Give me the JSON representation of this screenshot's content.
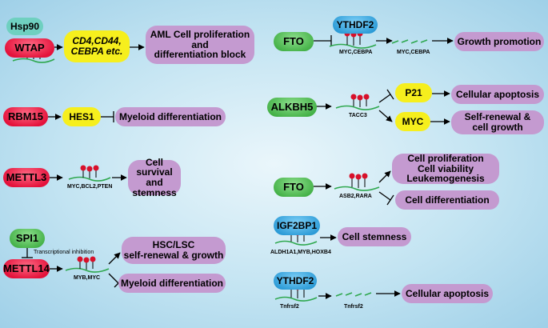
{
  "nodes": {
    "hsp90": "Hsp90",
    "wtap": "WTAP",
    "cd4_line1": "CD4,CD44,",
    "cd4_line2": "CEBPA etc.",
    "aml_line1": "AML Cell proliferation",
    "aml_line2": "and",
    "aml_line3": "differentiation block",
    "rbm15": "RBM15",
    "hes1": "HES1",
    "myeloid1": "Myeloid differentiation",
    "mettl3": "METTL3",
    "survival_line1": "Cell survival",
    "survival_line2": "and",
    "survival_line3": "stemness",
    "spi1": "SPI1",
    "transcriptional": "Transcriptional inhibition",
    "mettl14": "METTL14",
    "hsc_line1": "HSC/LSC",
    "hsc_line2": "self-renewal & growth",
    "myeloid2": "Myeloid differentiation",
    "fto1": "FTO",
    "ythdf2_a": "YTHDF2",
    "growth": "Growth promotion",
    "alkbh5": "ALKBH5",
    "p21": "P21",
    "myc": "MYC",
    "apoptosis1": "Cellular apoptosis",
    "selfrenew_line1": "Self-renewal &",
    "selfrenew_line2": "cell growth",
    "fto2": "FTO",
    "prolif_line1": "Cell proliferation",
    "prolif_line2": "Cell viability",
    "prolif_line3": "Leukemogenesis",
    "celldiff": "Cell differentiation",
    "igf2bp1": "IGF2BP1",
    "stemness": "Cell stemness",
    "ythdf2_b": "YTHDF2",
    "apoptosis2": "Cellular apoptosis"
  },
  "labels": {
    "myc_cebpa_1": "MYC,CEBPA",
    "myc_cebpa_2": "MYC,CEBPA",
    "myc_bcl2": "MYC,BCL2,PTEN",
    "myb_myc": "MYB,MYC",
    "tacc3": "TACC3",
    "asb2": "ASB2,RARA",
    "aldh1a1": "ALDH1A1,MYB,HOXB4",
    "tnfrsf2_a": "Tnfrsf2",
    "tnfrsf2_b": "Tnfrsf2"
  }
}
